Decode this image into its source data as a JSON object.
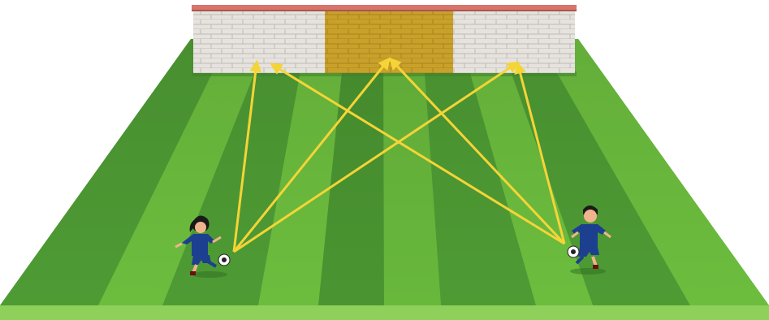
{
  "scene": {
    "description_free": true,
    "colors": {
      "field_light": "#6cbd3e",
      "field_dark": "#4e9b34",
      "field_edge": "#8fd05a",
      "wall_white": "#e6e3df",
      "wall_mortar": "#b9b4ae",
      "wall_target": "#c9a12a",
      "wall_target_mortar": "#a8841d",
      "wall_top": "#d8746a",
      "arrow": "#f5d437",
      "kit_blue": "#1d3f8f",
      "skin": "#f0b48c",
      "hair": "#1a1a1a"
    },
    "icons": {
      "player_left": "female-player-icon",
      "player_right": "male-player-icon",
      "ball": "soccer-ball-icon",
      "wall": "brick-wall-icon",
      "target_zone": "target-zone-icon"
    },
    "drill": {
      "players": 2,
      "wall_sections": [
        "left",
        "center-target",
        "right"
      ],
      "passes_per_player": 3
    }
  }
}
